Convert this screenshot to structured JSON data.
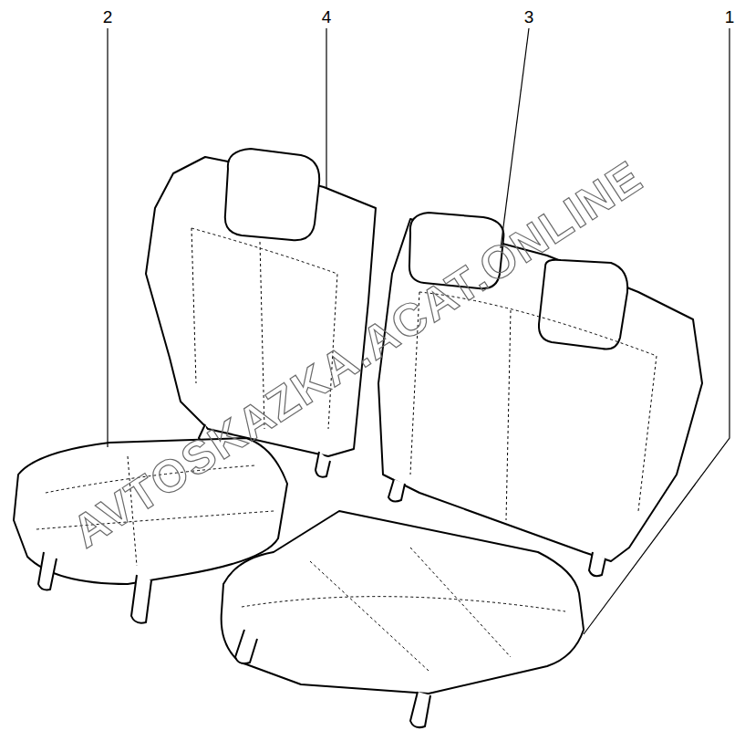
{
  "diagram": {
    "labels": [
      "2",
      "4",
      "3",
      "1",
      "AVTOSKAZKA.ACAT.ONLINE"
    ]
  }
}
